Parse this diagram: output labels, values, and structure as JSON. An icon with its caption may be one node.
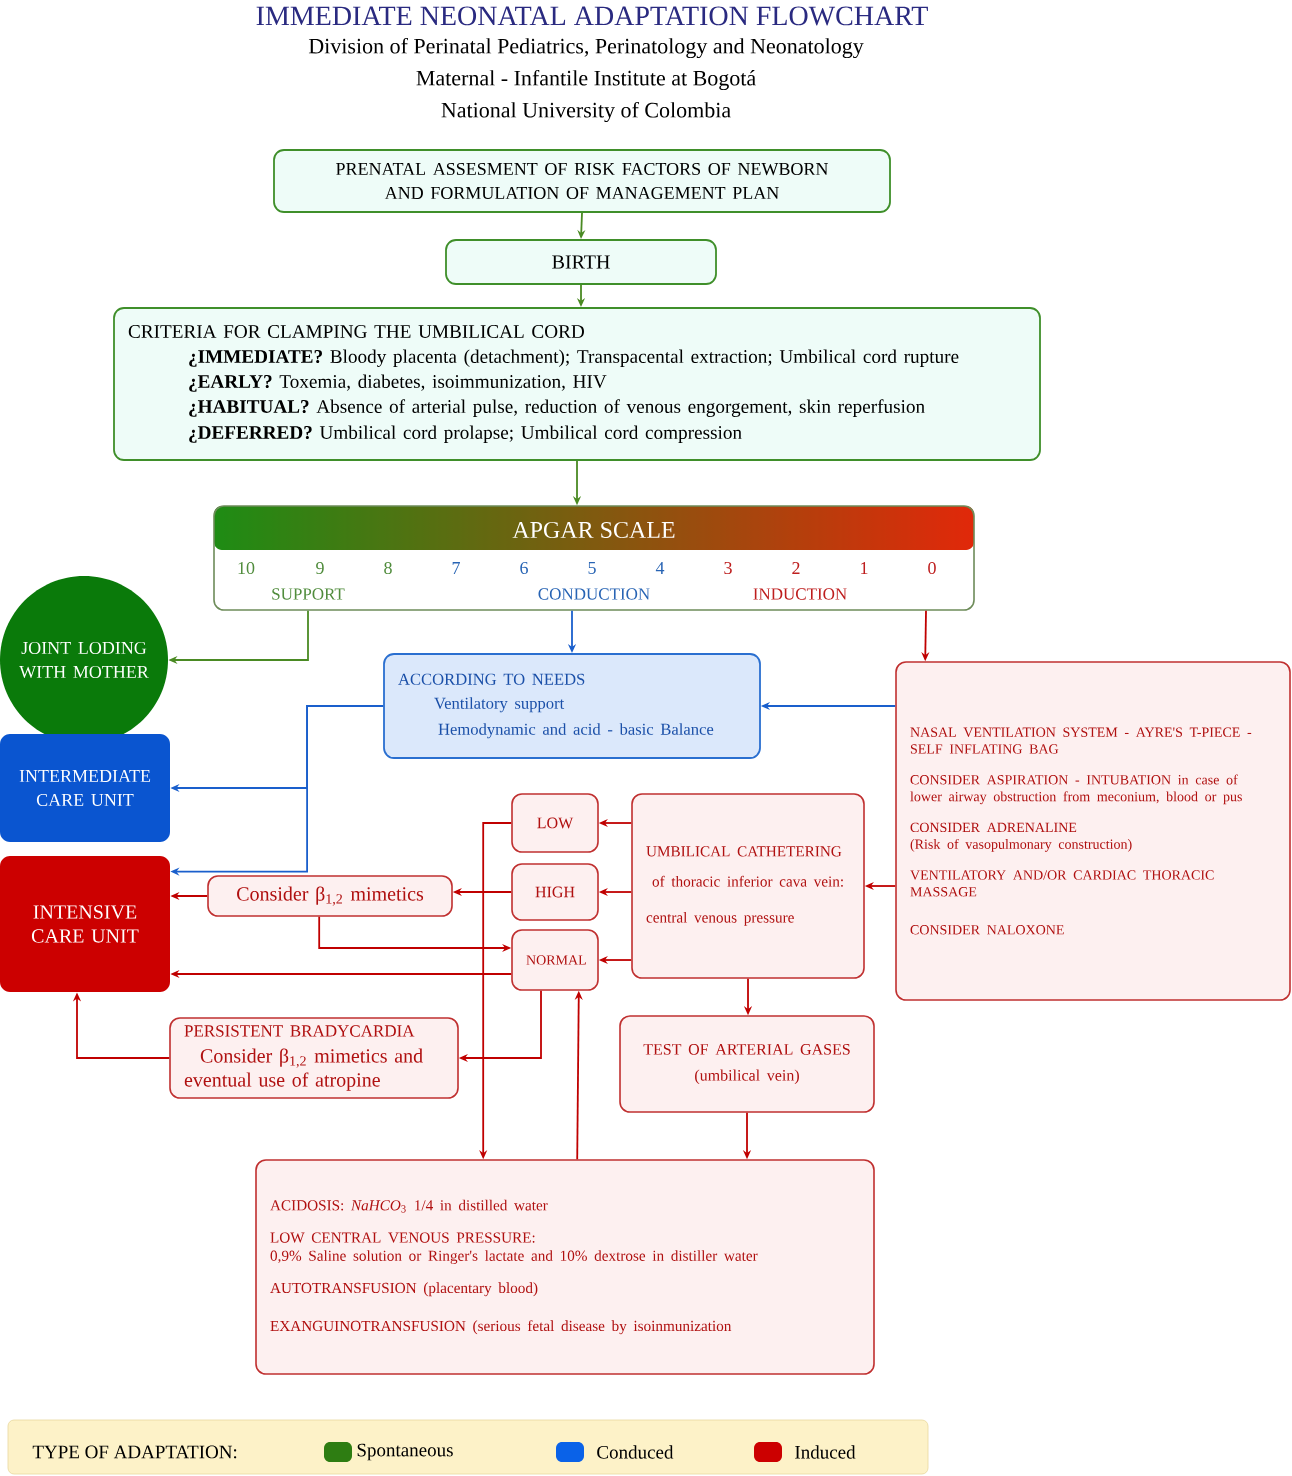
{
  "diagram": {
    "title": "IMMEDIATE NEONATAL ADAPTATION FLOWCHART",
    "nodes": [
      {
        "text": [
          "PRENATAL ASSESMENT OF RISK FACTORS OF NEWBORN AND FORMULATION OF MANAGEMENT PLAN"
        ]
      },
      {
        "text": [
          "BIRTH"
        ]
      },
      {
        "text": [
          "CRITERIA FOR CLAMPING THE UMBILICAL CORD",
          "**¿IMMEDIATE?** Bloody placenta (detachment); Transpacental extraction; Umbilical cord rupture",
          "**¿EARLY?** Toxemia, diabetes, isoimmunization, HIV",
          "**¿HABITUAL?** Absence of arterial pulse, reduction of venous engorgement, skin reperfusion",
          "**¿DEFERRED?** Umbilical cord prolapse; Umbilical cord compression"
        ]
      },
      {
        "text": [
          "APGAR SCALE",
          "10",
          "9",
          "8",
          "7",
          "6",
          "5",
          "4",
          "3",
          "2",
          "1",
          "0",
          "SUPPORT",
          "CONDUCTION",
          "INDUCTION"
        ]
      },
      {
        "text": [
          "JOINT LODING WITH MOTHER"
        ]
      },
      {
        "text": [
          "INTERMEDIATE CARE UNIT"
        ]
      },
      {
        "text": [
          "INTENSIVE CARE UNIT"
        ]
      },
      {
        "text": [
          "ACCORDING TO NEEDS",
          "Ventilatory support",
          "Hemodynamic and acid - basic Balance"
        ]
      },
      {
        "text": [
          "NASAL VENTILATION SYSTEM - AYRE'S T-PIECE - SELF INFLATING BAG",
          "CONSIDER ASPIRATION - INTUBATION in case of lower airway obstruction from meconium, blood or pus",
          "CONSIDER ADRENALINE",
          "(Risk of vasopulmonary construction)",
          "VENTILATORY AND/OR CARDIAC THORACIC MASSAGE",
          "CONSIDER NALOXONE"
        ]
      },
      {
        "text": [
          "LOW"
        ]
      },
      {
        "text": [
          "HIGH"
        ]
      },
      {
        "text": [
          "NORMAL"
        ]
      },
      {
        "text": [
          "UMBILICAL CATHETERING",
          "of thoracic inferior cava vein:",
          "central venous pressure"
        ]
      },
      {
        "text": [
          "Consider β$_{1,2}$ mimetics"
        ]
      },
      {
        "text": [
          "PERSISTENT BRADYCARDIA",
          "Consider β$_{1,2}$ mimetics and eventual use of atropine"
        ]
      },
      {
        "text": [
          "TEST OF ARTERIAL GASES",
          "(umbilical vein)"
        ]
      },
      {
        "text": [
          "ACIDOSIS: *NaHCO*$_{3}$ 1/4 in distilled water",
          "LOW CENTRAL VENOUS PRESSURE:",
          "0,9% Saline solution or Ringer's lactate and 10% dextrose in distiller water",
          "AUTOTRANSFUSION (placentary blood)",
          "EXANGUINOTRANSFUSION (serious fetal disease by isoinmunization"
        ]
      }
    ],
    "edges": [
      {
        "from": 0,
        "to": 1,
        "arrow": "to",
        "color": "#4a8a23"
      },
      {
        "from": 1,
        "to": 2,
        "arrow": "to",
        "color": "#4a8a23"
      },
      {
        "from": 2,
        "to": 3,
        "arrow": "to",
        "color": "#4a8a23"
      },
      {
        "from": 3,
        "to": 4,
        "arrow": "to",
        "color": "#4a8a23"
      },
      {
        "from": 3,
        "to": 7,
        "arrow": "to",
        "color": "#1a5fcc"
      },
      {
        "from": 3,
        "to": 8,
        "arrow": "to"
      },
      {
        "from": 7,
        "to": 5,
        "arrow": "to",
        "color": "#1a5fcc"
      },
      {
        "from": 7,
        "to": 6,
        "arrow": "to",
        "color": "#1a5fcc"
      },
      {
        "from": 8,
        "to": 7,
        "arrow": "to",
        "color": "#1a5fcc"
      },
      {
        "from": 8,
        "to": 12,
        "arrow": "to"
      },
      {
        "from": 12,
        "to": 9,
        "arrow": "to"
      },
      {
        "from": 12,
        "to": 10,
        "arrow": "to"
      },
      {
        "from": 12,
        "to": 11,
        "arrow": "to"
      },
      {
        "from": 10,
        "to": 13,
        "arrow": "to"
      },
      {
        "from": 13,
        "to": 6,
        "arrow": "to"
      },
      {
        "from": 13,
        "to": 11,
        "arrow": "to"
      },
      {
        "from": 11,
        "to": 6,
        "arrow": "to"
      },
      {
        "from": 11,
        "to": 14,
        "arrow": "to"
      },
      {
        "from": 14,
        "to": 6,
        "arrow": "to"
      },
      {
        "from": 9,
        "to": 16,
        "arrow": "to"
      },
      {
        "from": 16,
        "to": 11,
        "arrow": "to"
      },
      {
        "from": 12,
        "to": 15,
        "arrow": "to"
      },
      {
        "from": 15,
        "to": 16,
        "arrow": "to"
      }
    ],
    "labels": [
      "Division of Perinatal Pediatrics, Perinatology and Neonatology",
      "Maternal - Infantile Institute at Bogotá",
      "National University of Colombia",
      "TYPE OF ADAPTATION:"
    ],
    "legend": [
      {
        "text": "Spontaneous",
        "color": "#2e7d12"
      },
      {
        "text": "Conduced",
        "color": "#0a62e8"
      },
      {
        "text": "Induced",
        "color": "#cc0000"
      }
    ]
  }
}
